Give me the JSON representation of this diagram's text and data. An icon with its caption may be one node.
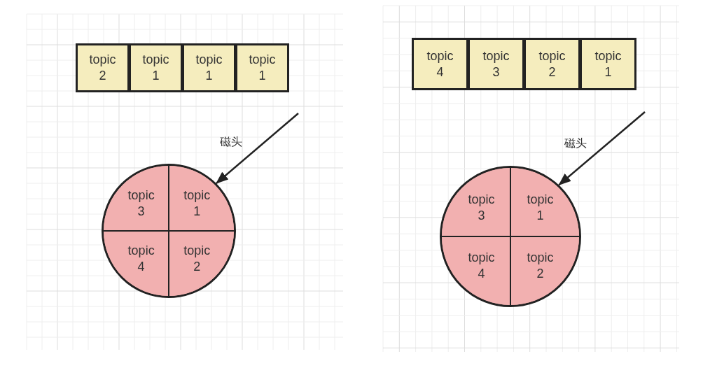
{
  "diagram": {
    "nodes": [
      {
        "text": [
          "topic 2"
        ]
      },
      {
        "text": [
          "topic 1"
        ]
      },
      {
        "text": [
          "topic 1"
        ]
      },
      {
        "text": [
          "topic 1"
        ]
      },
      {
        "text": [],
        "shape": "circle"
      },
      {
        "text": [
          "topic 3"
        ],
        "in": 4
      },
      {
        "text": [
          "topic 1"
        ],
        "in": 4
      },
      {
        "text": [
          "topic 4"
        ],
        "in": 4
      },
      {
        "text": [
          "topic 2"
        ],
        "in": 4
      },
      {
        "text": [
          "topic 4"
        ]
      },
      {
        "text": [
          "topic 3"
        ]
      },
      {
        "text": [
          "topic 2"
        ]
      },
      {
        "text": [
          "topic 1"
        ]
      },
      {
        "text": [],
        "shape": "circle"
      },
      {
        "text": [
          "topic 3"
        ],
        "in": 13
      },
      {
        "text": [
          "topic 1"
        ],
        "in": 13
      },
      {
        "text": [
          "topic 4"
        ],
        "in": 13
      },
      {
        "text": [
          "topic 2"
        ],
        "in": 13
      }
    ],
    "edges": [
      {
        "from": null,
        "to": 4,
        "arrow": "to",
        "label": "磁头"
      },
      {
        "from": null,
        "to": 13,
        "arrow": "to",
        "label": "磁头"
      }
    ]
  }
}
